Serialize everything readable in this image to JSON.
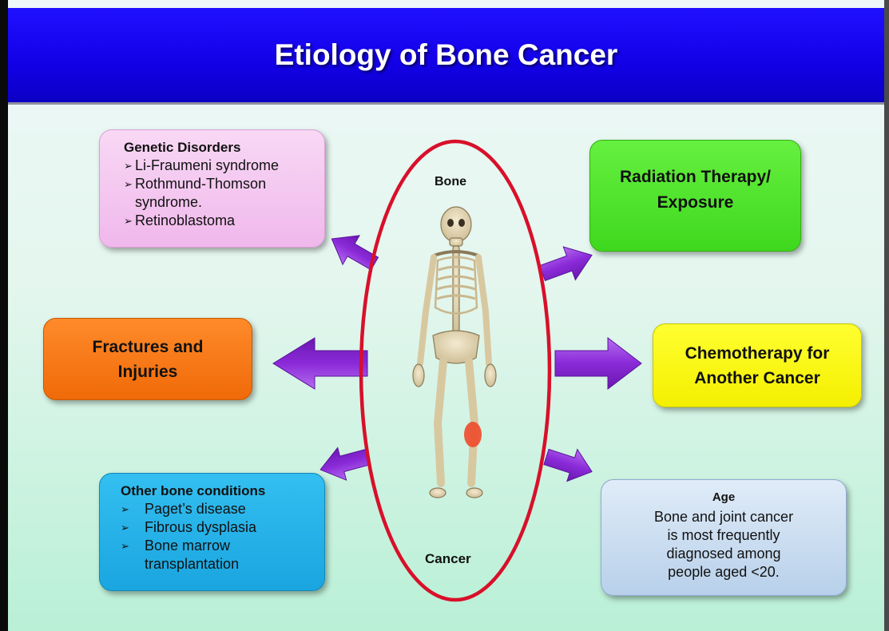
{
  "title": "Etiology of Bone Cancer",
  "center": {
    "top_label": "Bone",
    "bottom_label": "Cancer"
  },
  "genetic": {
    "heading": "Genetic Disorders",
    "items": [
      "Li-Fraumeni syndrome",
      "Rothmund-Thomson",
      "Retinoblastoma"
    ],
    "continuation": "syndrome."
  },
  "fractures": {
    "line1": "Fractures and",
    "line2": "Injuries"
  },
  "other": {
    "heading": "Other bone conditions",
    "items": [
      "Paget’s disease",
      "Fibrous dysplasia",
      "Bone marrow"
    ],
    "continuation": "transplantation"
  },
  "radiation": {
    "line1": "Radiation Therapy/",
    "line2": "Exposure"
  },
  "chemo": {
    "line1": "Chemotherapy for",
    "line2": "Another Cancer"
  },
  "age": {
    "heading": "Age",
    "lines": [
      "Bone and joint cancer",
      "is most frequently",
      "diagnosed among",
      "people aged <20."
    ]
  },
  "colors": {
    "title_bar": "#1200e6",
    "ellipse": "#d8102a",
    "arrows": "#8a2ad8",
    "genetic_box": "#f0b8ec",
    "fractures_box": "#f06a08",
    "other_box": "#1aa5e0",
    "radiation_box": "#3fd81e",
    "chemo_box": "#f4ef00",
    "age_box": "#b8d0ea"
  }
}
